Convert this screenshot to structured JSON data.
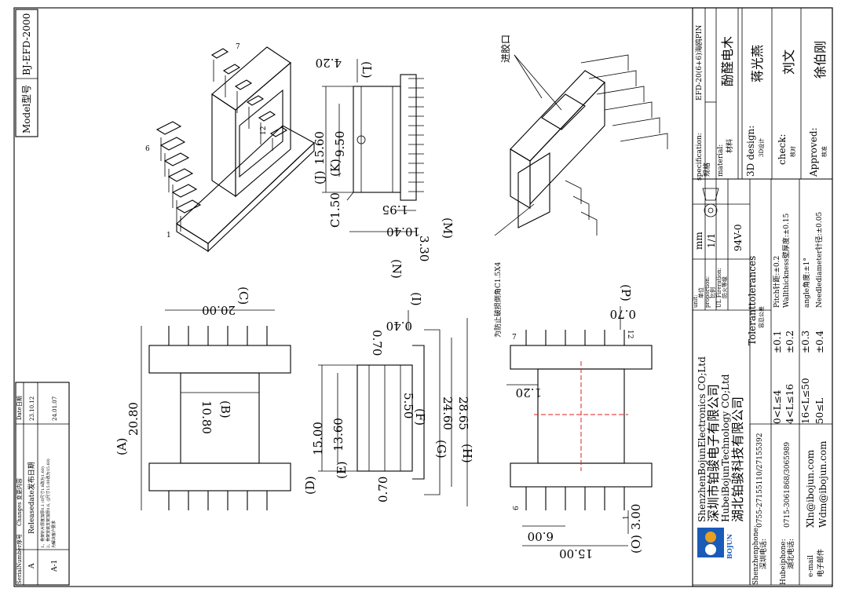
{
  "model": {
    "label": "Model型号",
    "value": "BJ-EFD-2000"
  },
  "changes": {
    "serial_header": "SerialNumber序号",
    "content_header": "Changes 变更内容",
    "date_header": "Date日期",
    "rows": [
      {
        "serial": "A",
        "content": "Releasedate发布日期",
        "date": "23.10.12"
      },
      {
        "serial": "A-1",
        "content_1": "1、骨架针片厚度加厚0.1 (0尺寸1.8改为1.60)",
        "content_2": "2、骨架安装支架加厚0.6, (J尺寸15.00改为15.60)",
        "content_3": "为解决客户要求",
        "date": "24.01.07"
      }
    ]
  },
  "dims": {
    "A": "(A)",
    "A_val": "20.80",
    "B": "(B)",
    "B_val": "10.80",
    "C": "(C)",
    "C_val": "20.00",
    "D": "(D)",
    "D_val": "15.00",
    "E": "(E)",
    "E_val": "13.60",
    "F": "(F)",
    "F_val": "5.50",
    "G": "(G)",
    "G_val": "24.60",
    "H": "(H)",
    "H_val": "28.65",
    "I": "(I)",
    "I_val": "0.40",
    "J": "(J)",
    "J_val": "15.60",
    "K": "(K)",
    "K_val": "9.50",
    "L": "(L)",
    "L_val": "4.20",
    "M": "(M)",
    "M_val": "3.30",
    "N": "(N)",
    "N_val": "10.40",
    "O": "(O)",
    "O_val": "3.00",
    "P": "(P)",
    "P_val": "0.70",
    "c150": "C1.50",
    "v195": "1.95",
    "v070a": "0.70",
    "v070b": "0.70",
    "v120": "1.20",
    "v600": "6.00",
    "v1500": "15.00"
  },
  "pins": {
    "p1": "1",
    "p6": "6",
    "p7": "7",
    "p12": "12",
    "q1": "1",
    "q6": "6",
    "q7": "7",
    "q12": "12"
  },
  "notes": {
    "inlet": "进胶口",
    "chamfer": "为防止破损倒角C1.5X4"
  },
  "title_block": {
    "spec_label": "specification:",
    "spec_cn": "规格",
    "spec_value": "EFD-20(6+6)海鸥PIN",
    "material_label": "material:",
    "material_cn": "材料",
    "material_value": "酚醛电木",
    "design_label": "3D design:",
    "design_cn": "3D设计",
    "design_value": "蒋光燕",
    "check_label": "check:",
    "check_cn": "核对",
    "check_value": "刘文",
    "approved_label": "Approved:",
    "approved_cn": "核准",
    "approved_value": "徐伯刚",
    "unit_label": "unit:",
    "unit_cn": "单位",
    "unit_value": "mm",
    "proportion_label": "proportion:",
    "proportion_cn": "比例",
    "proportion_value": "1/1",
    "fire_label": "UL Fireration:",
    "fire_cn": "防火等级",
    "fire_value": "94V-0",
    "tol_title": "Toleranttolerances",
    "tol_cn": "容忍公差",
    "tol_rows": [
      {
        "range": "0<L≤4",
        "tol": "±0.1"
      },
      {
        "range": "4<L≤16",
        "tol": "±0.2"
      },
      {
        "range": "16<L≤50",
        "tol": "±0.3"
      },
      {
        "range": "50≤L",
        "tol": "±0.4"
      }
    ],
    "pitch": "Pitch针距:±0.2",
    "wall": "Wallthickness壁厚度:±0.15",
    "angle": "angle角度:±1°",
    "needle": "Needlediameter针径:±0.05",
    "company_en1": "ShenzhenBojunElectronics CO;Ltd",
    "company_cn1": "深圳市铂骏电子有限公司",
    "company_en2": "HubeiBojunTechnology CO;Ltd",
    "company_cn2": "湖北铂骏科技有限公司",
    "sz_phone_label": "Shenzhenphone:",
    "sz_phone_cn": "深圳电话:",
    "sz_phone": "0755-27155110/27155392",
    "hb_phone_label": "Hubeiphone:",
    "hb_phone_cn": "湖北电话:",
    "hb_phone": "0715-3061868/3065989",
    "email_label": "e-mail",
    "email_cn": "电子邮件",
    "email1": "Xln@ibojun.com",
    "email2": "Wdm@ibojun.com",
    "logo_text": "BOJUN"
  },
  "colors": {
    "ink": "#000000",
    "center_line": "#d22222",
    "logo_blue": "#1a5bb8",
    "logo_orange": "#e8a020"
  }
}
